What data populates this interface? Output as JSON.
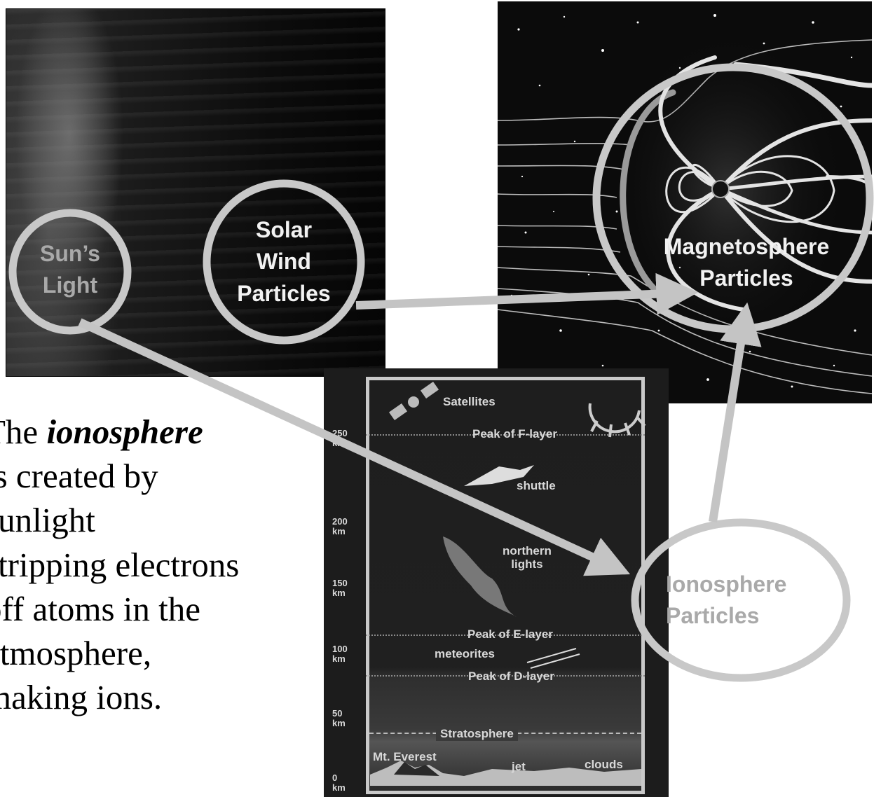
{
  "bubbles": {
    "sun_light": "Sun’s\nLight",
    "solar_wind": "Solar\nWind\nParticles",
    "magnetosphere": "Magnetosphere\nParticles",
    "ionosphere": "Ionosphere\nParticles"
  },
  "caption": {
    "line1_before": "The ",
    "line1_emph": "ionosphere",
    "line2": "is created by",
    "line3": "sunlight",
    "line4": "stripping electrons",
    "line5": "off atoms in the",
    "line6": "atmosphere,",
    "line7": "making ions."
  },
  "atmosphere": {
    "labels": {
      "satellites": "Satellites",
      "peak_f": "Peak of F-layer",
      "shuttle": "shuttle",
      "northern_lights": "northern\nlights",
      "peak_e": "Peak of E-layer",
      "meteorites": "meteorites",
      "peak_d": "Peak of D-layer",
      "stratosphere": "Stratosphere",
      "everest": "Mt. Everest",
      "jet": "jet",
      "clouds": "clouds"
    },
    "altitudes": [
      "250\nkm",
      "200\nkm",
      "150\nkm",
      "100\nkm",
      "50\nkm",
      "0\nkm"
    ]
  },
  "colors": {
    "bubble_stroke": "#c8c8c8",
    "arrow": "#c4c4c4",
    "label_light": "#f2f2f2",
    "label_muted": "#a9a9a9"
  }
}
